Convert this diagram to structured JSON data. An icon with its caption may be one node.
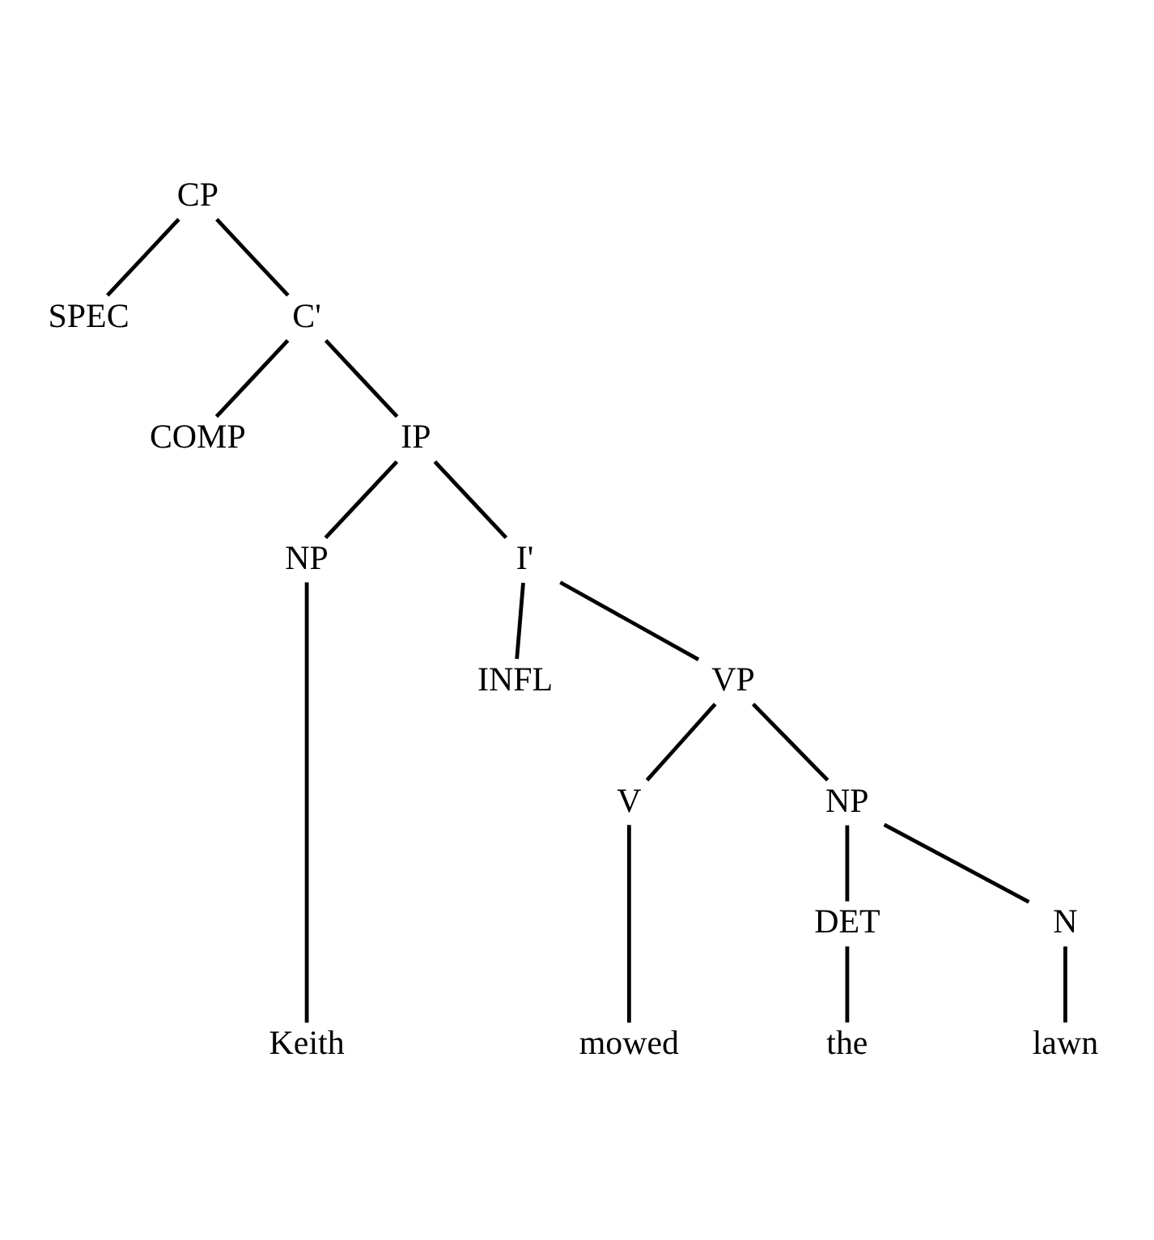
{
  "diagram": {
    "nodes": [
      {
        "text": [
          "CP"
        ]
      },
      {
        "text": [
          "SPEC"
        ]
      },
      {
        "text": [
          "C'"
        ]
      },
      {
        "text": [
          "COMP"
        ]
      },
      {
        "text": [
          "IP"
        ]
      },
      {
        "text": [
          "NP"
        ]
      },
      {
        "text": [
          "I'"
        ]
      },
      {
        "text": [
          "INFL"
        ]
      },
      {
        "text": [
          "VP"
        ]
      },
      {
        "text": [
          "V"
        ]
      },
      {
        "text": [
          "NP"
        ]
      },
      {
        "text": [
          "DET"
        ]
      },
      {
        "text": [
          "N"
        ]
      },
      {
        "text": [
          "Keith"
        ]
      },
      {
        "text": [
          "mowed"
        ]
      },
      {
        "text": [
          "the"
        ]
      },
      {
        "text": [
          "lawn"
        ]
      }
    ],
    "edges": [
      {
        "from": 0,
        "to": 1,
        "arrow": "none"
      },
      {
        "from": 0,
        "to": 2,
        "arrow": "none"
      },
      {
        "from": 2,
        "to": 3,
        "arrow": "none"
      },
      {
        "from": 2,
        "to": 4,
        "arrow": "none"
      },
      {
        "from": 4,
        "to": 5,
        "arrow": "none"
      },
      {
        "from": 4,
        "to": 6,
        "arrow": "none"
      },
      {
        "from": 5,
        "to": 13,
        "arrow": "none"
      },
      {
        "from": 6,
        "to": 7,
        "arrow": "none"
      },
      {
        "from": 6,
        "to": 8,
        "arrow": "none"
      },
      {
        "from": 8,
        "to": 9,
        "arrow": "none"
      },
      {
        "from": 8,
        "to": 10,
        "arrow": "none"
      },
      {
        "from": 9,
        "to": 14,
        "arrow": "none"
      },
      {
        "from": 10,
        "to": 11,
        "arrow": "none"
      },
      {
        "from": 10,
        "to": 12,
        "arrow": "none"
      },
      {
        "from": 11,
        "to": 15,
        "arrow": "none"
      },
      {
        "from": 12,
        "to": 16,
        "arrow": "none"
      }
    ]
  }
}
